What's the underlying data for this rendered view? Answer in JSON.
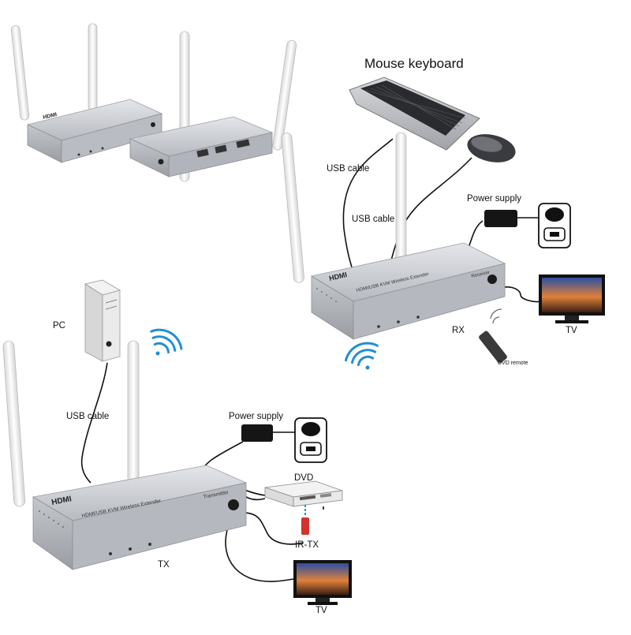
{
  "labels": {
    "mouse_keyboard": "Mouse keyboard",
    "usb_cable_top": "USB cable",
    "usb_cable_mid": "USB cable",
    "power_supply_rx": "Power supply",
    "tv_rx": "TV",
    "rx": "RX",
    "dvd_remote": "DVD remote",
    "pc": "PC",
    "usb_cable_pc": "USB cable",
    "power_supply_tx": "Power supply",
    "dvd": "DVD",
    "ir_tx": "IR-TX",
    "tx": "TX",
    "tv_tx": "TV"
  },
  "device_text": {
    "brand": "HDMI",
    "model": "HDMI/USB KVM Wireless Extender",
    "receiver": "Receiver",
    "transmitter": "Transmitter"
  },
  "colors": {
    "device_body": "#c9cbd0",
    "device_front": "#a9acb2",
    "antenna": "#f2f2f2",
    "wifi": "#1f8fd6",
    "cable": "#111111",
    "ir_tx": "#d0342c"
  }
}
